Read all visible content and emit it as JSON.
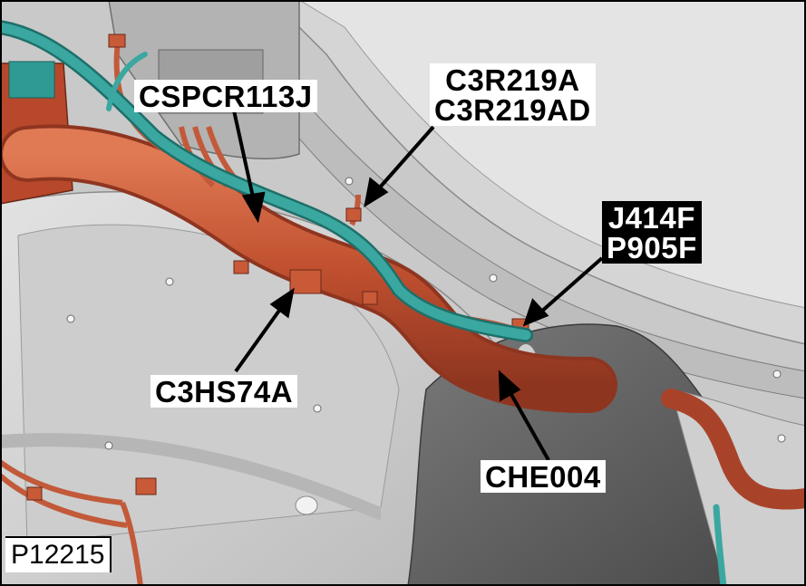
{
  "figure_id": "P12215",
  "callouts": {
    "cspcr113j": {
      "text": "CSPCR113J"
    },
    "c3r219": {
      "lines": [
        "C3R219A",
        "C3R219AD"
      ]
    },
    "j414f": {
      "lines": [
        "J414F",
        "P905F"
      ]
    },
    "c3hs74a": {
      "text": "C3HS74A"
    },
    "che004": {
      "text": "CHE004"
    }
  },
  "colors": {
    "harness_orange": "#c8583a",
    "harness_teal": "#2f9a94",
    "panel_light": "#d6d6d6",
    "panel_dark": "#5e5e5e",
    "background_grey": "#c8c8c8",
    "label_background": "#ffffff",
    "dark_label_background": "#000000"
  }
}
